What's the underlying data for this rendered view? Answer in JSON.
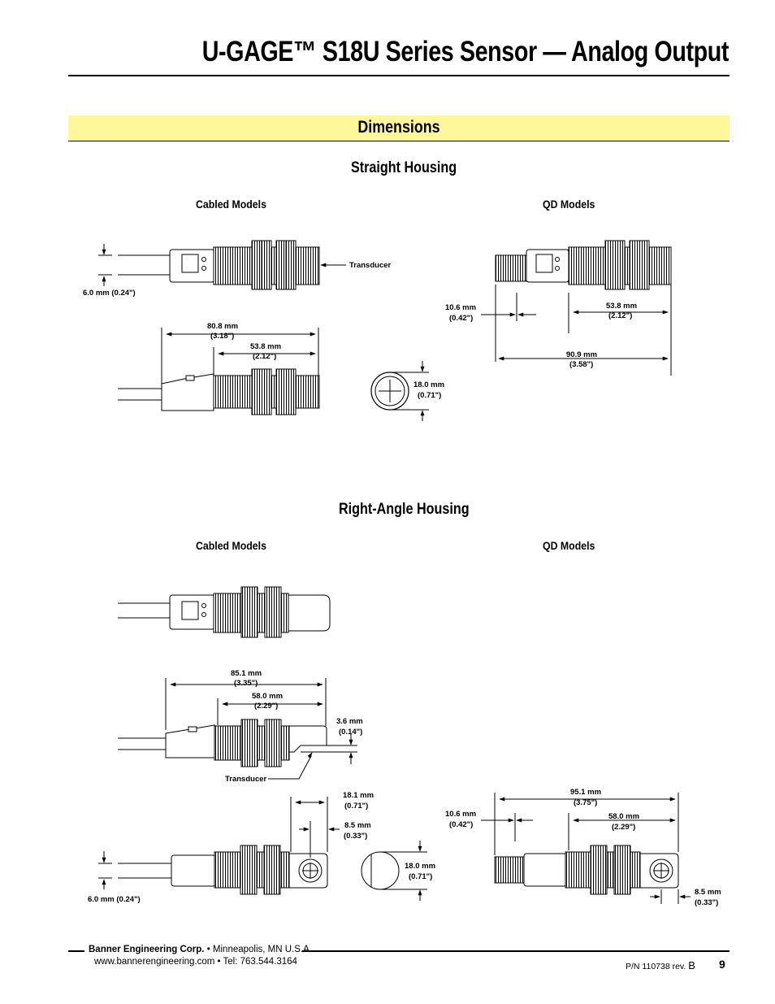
{
  "header": {
    "title": "U-GAGE™ S18U Series Sensor — Analog Output"
  },
  "section": {
    "title": "Dimensions"
  },
  "straight": {
    "heading": "Straight Housing",
    "cabled_label": "Cabled Models",
    "qd_label": "QD Models",
    "cable_dia": "6.0 mm (0.24\")",
    "transducer": "Transducer",
    "overall_mm": "80.8 mm",
    "overall_in": "(3.18\")",
    "body_mm": "53.8 mm",
    "body_in": "(2.12\")",
    "face_mm": "18.0 mm",
    "face_in": "(0.71\")",
    "qd_conn_mm": "10.6 mm",
    "qd_conn_in": "(0.42\")",
    "qd_body_mm": "53.8 mm",
    "qd_body_in": "(2.12\")",
    "qd_overall_mm": "90.9 mm",
    "qd_overall_in": "(3.58\")"
  },
  "right_angle": {
    "heading": "Right-Angle Housing",
    "cabled_label": "Cabled Models",
    "qd_label": "QD Models",
    "overall_mm": "85.1 mm",
    "overall_in": "(3.35\")",
    "body_mm": "58.0 mm",
    "body_in": "(2.29\")",
    "offset_mm": "3.6 mm",
    "offset_in": "(0.14\")",
    "transducer": "Transducer",
    "head_mm": "18.1 mm",
    "head_in": "(0.71\")",
    "center_mm": "8.5 mm",
    "center_in": "(0.33\")",
    "cable_dia": "6.0 mm (0.24\")",
    "face_mm": "18.0 mm",
    "face_in": "(0.71\")",
    "qd_overall_mm": "95.1 mm",
    "qd_overall_in": "(3.75\")",
    "qd_conn_mm": "10.6 mm",
    "qd_conn_in": "(0.42\")",
    "qd_body_mm": "58.0 mm",
    "qd_body_in": "(2.29\")",
    "qd_center_mm": "8.5 mm",
    "qd_center_in": "(0.33\")"
  },
  "footer": {
    "company": "Banner Engineering Corp.",
    "location": " • Minneapolis, MN U.S.A.",
    "web": "www.bannerengineering.com  •  Tel: 763.544.3164",
    "part_number": "P/N 110738 rev. ",
    "revision": "B",
    "page": "9"
  },
  "icons": [
    "arrowhead-icon",
    "thread-icon",
    "crosshair-icon"
  ]
}
